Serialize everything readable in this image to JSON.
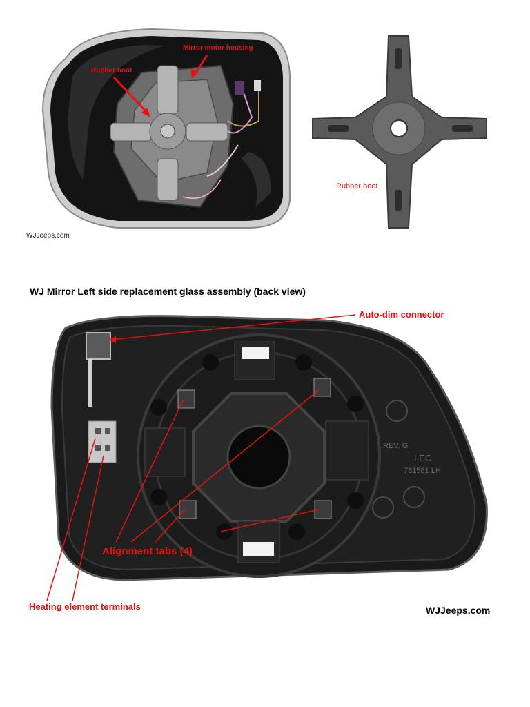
{
  "top_photo": {
    "label_motor_housing": "Mirror motor housing",
    "label_rubber_boot_left": "Rubber boot",
    "label_rubber_boot_right": "Rubber boot",
    "watermark": "WJJeeps.com"
  },
  "bottom_photo": {
    "title": "WJ Mirror Left side replacement glass assembly (back view)",
    "label_auto_dim": "Auto-dim connector",
    "label_alignment_tabs": "Alignment tabs (4)",
    "label_heating_terminals": "Heating element terminals",
    "watermark": "WJJeeps.com",
    "part_marking_1": "REV. G",
    "part_marking_2": "LEC",
    "part_marking_3": "761581 LH"
  },
  "colors": {
    "annotation_red": "#e8110f",
    "housing_black": "#141414",
    "boot_gray": "#5a5a5a"
  }
}
